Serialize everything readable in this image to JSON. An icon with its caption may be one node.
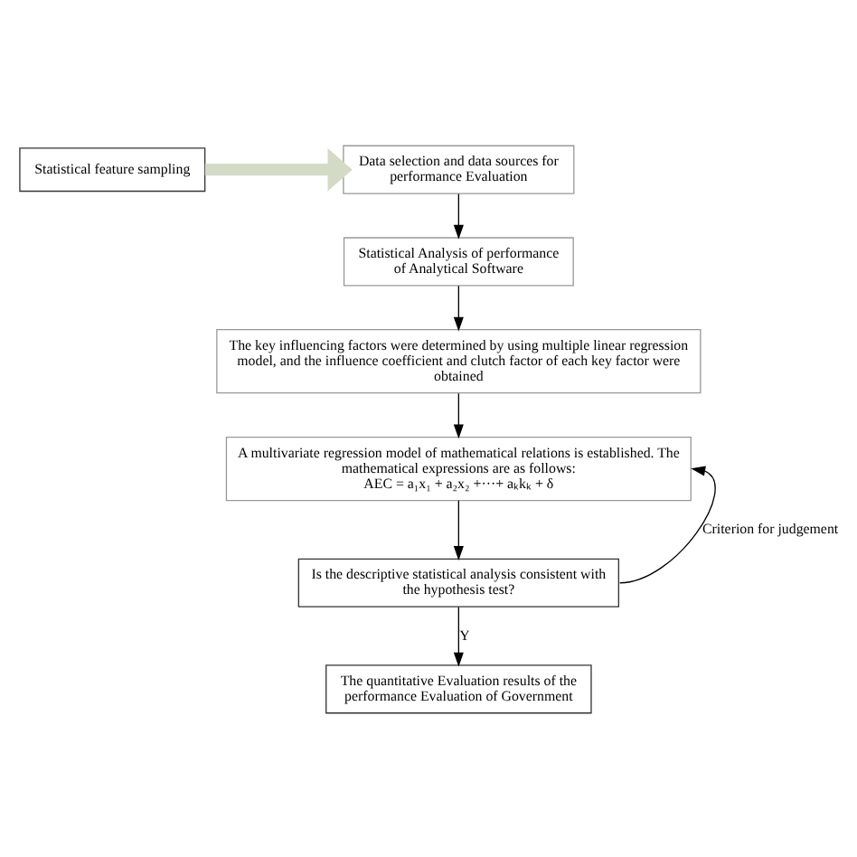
{
  "diagram": {
    "nodes": [
      {
        "text": [
          "Data selection and data sources for performance Evaluation"
        ]
      },
      {
        "text": [
          "Statistical feature sampling"
        ]
      },
      {
        "text": [
          "Statistical Analysis of performance of Analytical Software"
        ]
      },
      {
        "text": [
          "The key influencing factors were determined by using multiple linear regression model, and the influence coefficient and clutch factor of each key factor were obtained"
        ]
      },
      {
        "text": [
          "A multivariate regression model of mathematical relations is established. The mathematical expressions are as follows:",
          "AEC = a₁x₁ + a₂x₂ +···+ aₖkₖ + δ"
        ]
      },
      {
        "text": [
          "Is the descriptive statistical analysis consistent with the hypothesis test?"
        ]
      },
      {
        "text": [
          "The quantitative Evaluation results of the performance Evaluation of Government"
        ]
      }
    ],
    "edges": [
      {
        "from": 1,
        "to": 0,
        "arrow": "to",
        "style": "thick",
        "color": "#d3dbc7"
      },
      {
        "from": 0,
        "to": 2,
        "arrow": "to"
      },
      {
        "from": 2,
        "to": 3,
        "arrow": "to"
      },
      {
        "from": 3,
        "to": 4,
        "arrow": "to"
      },
      {
        "from": 4,
        "to": 5,
        "arrow": "to"
      },
      {
        "from": 5,
        "to": 4,
        "arrow": "to",
        "label": "Criterion for judgement"
      },
      {
        "from": 5,
        "to": 6,
        "arrow": "to",
        "label": "Y"
      }
    ]
  }
}
